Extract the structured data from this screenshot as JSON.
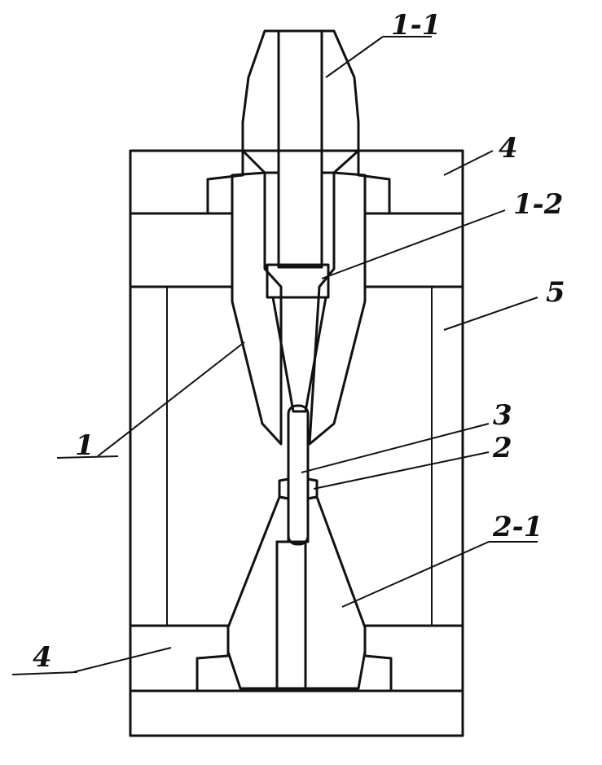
{
  "labels": {
    "part_1_1": "1-1",
    "part_4_top": "4",
    "part_1_2": "1-2",
    "part_5": "5",
    "part_3": "3",
    "part_2": "2",
    "part_1": "1",
    "part_2_1": "2-1",
    "part_4_bottom": "4"
  }
}
